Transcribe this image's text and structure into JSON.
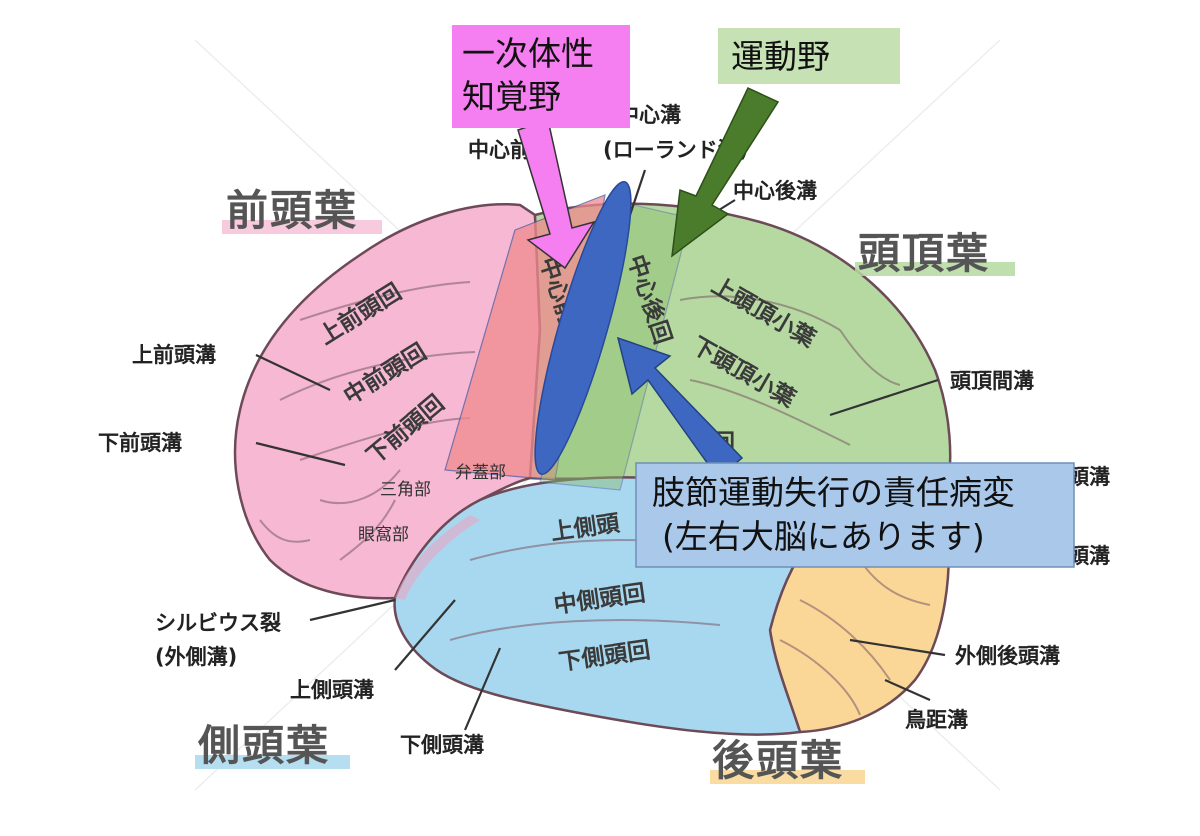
{
  "lobes": {
    "frontal": "前頭葉",
    "parietal": "頭頂葉",
    "temporal": "側頭葉",
    "occipital": "後頭葉"
  },
  "sulci": {
    "superior_frontal": "上前頭溝",
    "inferior_frontal": "下前頭溝",
    "sylvian_line1": "シルビウス裂",
    "sylvian_line2": "(外側溝)",
    "superior_temporal": "上側頭溝",
    "inferior_temporal": "下側頭溝",
    "precentral": "中心前溝",
    "central_line1": "中心溝",
    "central_line2": "(ローランド溝)",
    "postcentral": "中心後溝",
    "intraparietal": "頭頂間溝",
    "lateral_occipital": "外側後頭溝",
    "calcarine": "鳥距溝",
    "right_hidden_1": "頭溝",
    "right_hidden_2": "頭溝"
  },
  "gyri": {
    "superior_frontal": "上前頭回",
    "middle_frontal": "中前頭回",
    "inferior_frontal": "下前頭回",
    "triangular": "三角部",
    "orbital": "眼窩部",
    "opercular": "弁蓋部",
    "precentral": "中心前回",
    "postcentral": "中心後回",
    "superior_parietal": "上頭頂小葉",
    "inferior_parietal": "下頭頂小葉",
    "partial": "回",
    "superior_temporal": "上側頭",
    "middle_temporal": "中側頭回",
    "inferior_temporal": "下側頭回"
  },
  "callouts": {
    "sensory_line1": "一次体性",
    "sensory_line2": "知覚野",
    "motor": "運動野",
    "lesion_line1": "肢節運動失行の責任病変",
    "lesion_line2": "(左右大脳にあります)"
  },
  "colors": {
    "frontal": "#f6b8d2",
    "parietal": "#b5d9a0",
    "temporal": "#a8d8ef",
    "occipital": "#fad797",
    "precentral_highlight": "#f08a8e",
    "sensory_box": "#f57ef0",
    "motor_box": "#c6e1b4",
    "lesion_box": "#a9c8ea",
    "blue_mark": "#3d67c1",
    "green_arrow": "#4b7c2b"
  }
}
